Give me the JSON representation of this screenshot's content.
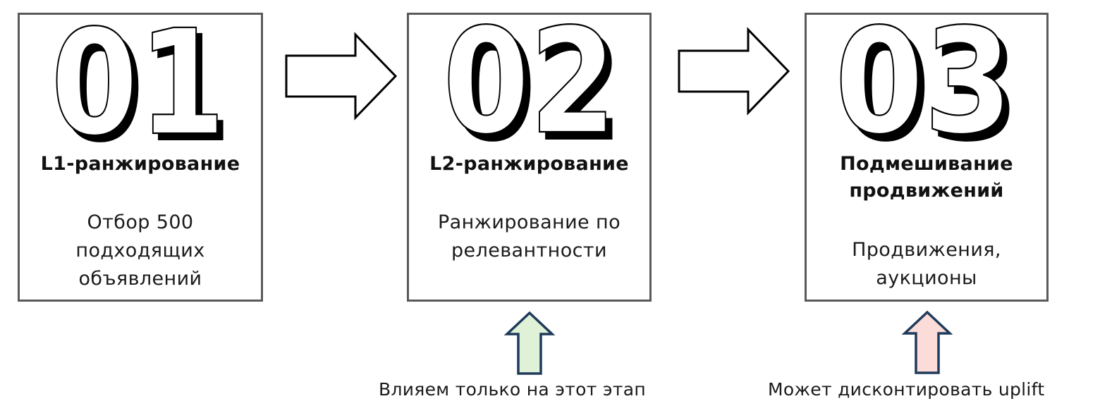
{
  "stages": [
    {
      "number": "01",
      "title_lines": [
        "L1-ранжирование"
      ],
      "description_lines": [
        "Отбор 500",
        "подходящих",
        "объявлений"
      ]
    },
    {
      "number": "02",
      "title_lines": [
        "L2-ранжирование"
      ],
      "description_lines": [
        "Ранжирование по",
        "релевантности"
      ]
    },
    {
      "number": "03",
      "title_lines": [
        "Подмешивание",
        "продвижений"
      ],
      "description_lines": [
        "Продвижения,",
        "аукционы"
      ]
    }
  ],
  "flow_arrows": [
    {
      "icon": "right-arrow-outline-icon"
    },
    {
      "icon": "right-arrow-outline-icon"
    }
  ],
  "annotations": [
    {
      "target_stage": "02",
      "icon": "up-arrow-icon",
      "fill_color": "#dff2d8",
      "stroke_color": "#1f3b5a",
      "caption": "Влияем только на этот этап"
    },
    {
      "target_stage": "03",
      "icon": "up-arrow-icon",
      "fill_color": "#fbdcd8",
      "stroke_color": "#1f3b5a",
      "caption": "Может дисконтировать uplift"
    }
  ],
  "colors": {
    "box_border": "#5a5a5a",
    "text": "#111111",
    "background": "#ffffff"
  }
}
